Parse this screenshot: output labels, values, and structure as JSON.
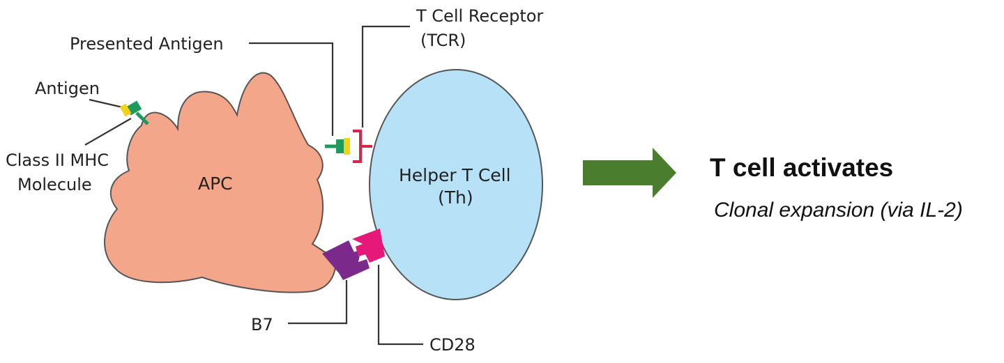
{
  "labels": {
    "presented_antigen": "Presented Antigen",
    "tcr_line1": "T Cell Receptor",
    "tcr_line2": "(TCR)",
    "antigen": "Antigen",
    "mhc_line1": "Class II MHC",
    "mhc_line2": "Molecule",
    "apc": "APC",
    "helper_line1": "Helper T Cell",
    "helper_line2": "(Th)",
    "b7": "B7",
    "cd28": "CD28"
  },
  "outcome": {
    "title": "T cell activates",
    "subtitle": "Clonal expansion (via IL-2)"
  },
  "colors": {
    "apc_fill": "#f4a68b",
    "helper_fill": "#b7e1f6",
    "mhc": "#1e9a5c",
    "antigen": "#f2d21c",
    "tcr": "#d8264a",
    "b7": "#7b2a8c",
    "cd28": "#e6197a",
    "arrow": "#4a7d2e"
  }
}
